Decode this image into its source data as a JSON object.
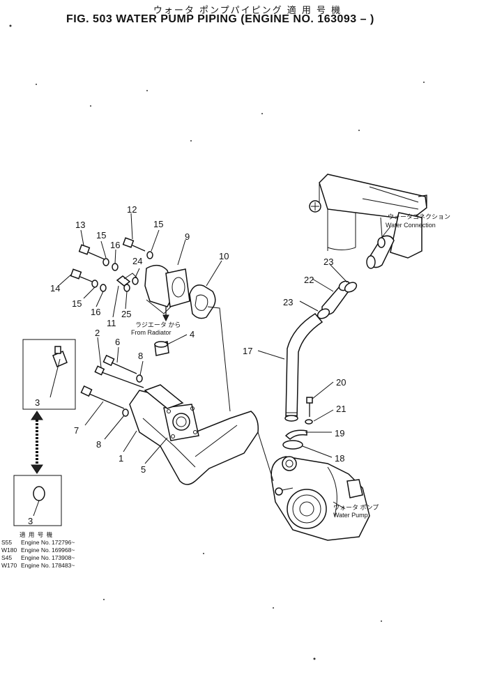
{
  "title_jp": "ウォータ ポンプパイピング 適 用 号 機",
  "title_en": "FIG. 503  WATER PUMP PIPING (ENGINE NO. 163093 – )",
  "callouts": {
    "c1": "1",
    "c2": "2",
    "c3a": "3",
    "c3b": "3",
    "c4": "4",
    "c5": "5",
    "c6": "6",
    "c7": "7",
    "c8a": "8",
    "c8b": "8",
    "c9": "9",
    "c10": "10",
    "c11": "11",
    "c12": "12",
    "c13": "13",
    "c14": "14",
    "c15a": "15",
    "c15b": "15",
    "c15c": "15",
    "c16a": "16",
    "c16b": "16",
    "c17": "17",
    "c18": "18",
    "c19": "19",
    "c20": "20",
    "c21": "21",
    "c22": "22",
    "c23a": "23",
    "c23b": "23",
    "c24": "24",
    "c25": "25"
  },
  "labels": {
    "radiator_jp": "ラジエータ から",
    "radiator_en": "From Radiator",
    "water_conn_jp": "ウォータコネクション",
    "water_conn_en": "Water Connection",
    "water_pump_jp": "ウォータ ポンプ",
    "water_pump_en": "Water Pump"
  },
  "applicable": {
    "header": "適 用 号 機",
    "rows": [
      {
        "model": "S55",
        "engine": "Engine No.",
        "number": "172796~"
      },
      {
        "model": "W180",
        "engine": "Engine No.",
        "number": "169968~"
      },
      {
        "model": "S45",
        "engine": "Engine No.",
        "number": "173908~"
      },
      {
        "model": "W170",
        "engine": "Engine No.",
        "number": "178483~"
      }
    ]
  }
}
